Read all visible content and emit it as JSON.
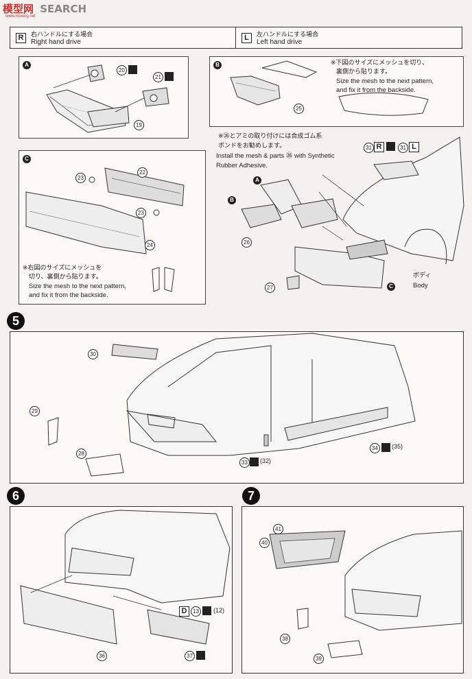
{
  "watermark": {
    "logo": "模型网",
    "site": "SEARCH",
    "sub": "www.moxing.net"
  },
  "header": {
    "right": {
      "letter": "R",
      "jp": "右ハンドルにする場合",
      "en": "Right hand drive"
    },
    "left": {
      "letter": "L",
      "jp": "左ハンドルにする場合",
      "en": "Left hand drive"
    }
  },
  "panelA": {
    "letter": "A",
    "parts": [
      "20",
      "21",
      "19"
    ]
  },
  "panelB": {
    "letter": "B",
    "part": "25",
    "note_jp1": "※下図のサイズにメッシュを切り、",
    "note_jp2": "裏側から貼ります。",
    "note_en1": "Size the mesh to the next pattern,",
    "note_en2": "and fix it from the backside."
  },
  "panelC": {
    "letter": "C",
    "parts": [
      "23",
      "22",
      "23",
      "24"
    ],
    "note_jp1": "※右図のサイズにメッシュを",
    "note_jp2": "切り、裏側から貼ります。",
    "note_en1": "Size the mesh to the next pattern,",
    "note_en2": "and fix it from the backside."
  },
  "assembly": {
    "adhesive_jp1": "※㉖とアミの取り付けには合成ゴム系",
    "adhesive_jp2": "ボンドをお勧めします。",
    "adhesive_en1": "Install the mesh & parts ㉖ with Synthetic",
    "adhesive_en2": "Rubber Adhesive.",
    "part31a": "31",
    "r_letter": "R",
    "part31b": "31",
    "l_letter": "L",
    "labelA": "A",
    "labelB": "B",
    "labelC": "C",
    "part26": "26",
    "part27": "27",
    "body_jp": "ボディ",
    "body_en": "Body"
  },
  "step5": {
    "number": "5",
    "parts": [
      "30",
      "29",
      "28",
      "33",
      "34"
    ],
    "part32": "(32)",
    "part35": "(35)"
  },
  "step6": {
    "number": "6",
    "d_letter": "D",
    "part13": "13",
    "part12": "(12)",
    "parts": [
      "36",
      "37"
    ]
  },
  "step7": {
    "number": "7",
    "parts": [
      "41",
      "40",
      "38",
      "39"
    ]
  }
}
